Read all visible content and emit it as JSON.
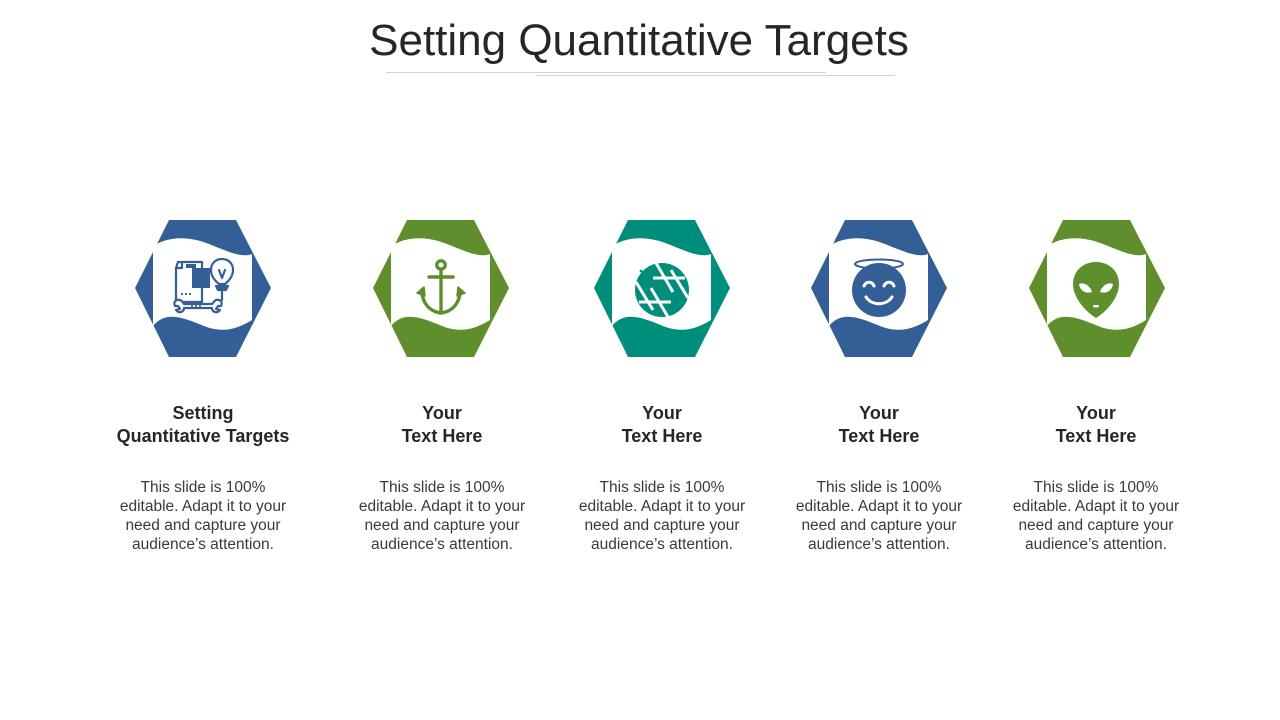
{
  "slide": {
    "title": "Setting Quantitative Targets"
  },
  "colors": {
    "blue": "#345F96",
    "green": "#5F8F2C",
    "teal": "#008E7C",
    "heading_text": "#262626",
    "body_text": "#3a3a3a",
    "rule": "#d4d4d4"
  },
  "cards": [
    {
      "icon": "process-idea-icon",
      "color": "#345F96",
      "heading_line1": "Setting",
      "heading_line2": "Quantitative Targets",
      "body_line1": "This slide is 100%",
      "body_line2": "editable. Adapt it to your",
      "body_line3": "need and capture your",
      "body_line4": "audience’s attention."
    },
    {
      "icon": "anchor-icon",
      "color": "#5F8F2C",
      "heading_line1": "Your",
      "heading_line2": "Text Here",
      "body_line1": "This slide is 100%",
      "body_line2": "editable. Adapt it to your",
      "body_line3": "need and capture your",
      "body_line4": "audience’s attention."
    },
    {
      "icon": "camera-aperture-icon",
      "color": "#008E7C",
      "heading_line1": "Your",
      "heading_line2": "Text Here",
      "body_line1": "This slide is 100%",
      "body_line2": "editable. Adapt it to your",
      "body_line3": "need and capture your",
      "body_line4": "audience’s attention."
    },
    {
      "icon": "angel-smiley-icon",
      "color": "#345F96",
      "heading_line1": "Your",
      "heading_line2": "Text Here",
      "body_line1": "This slide is 100%",
      "body_line2": "editable. Adapt it to your",
      "body_line3": "need and capture your",
      "body_line4": "audience’s attention."
    },
    {
      "icon": "alien-face-icon",
      "color": "#5F8F2C",
      "heading_line1": "Your",
      "heading_line2": "Text Here",
      "body_line1": "This slide is 100%",
      "body_line2": "editable. Adapt it to your",
      "body_line3": "need and capture your",
      "body_line4": "audience’s attention."
    }
  ]
}
